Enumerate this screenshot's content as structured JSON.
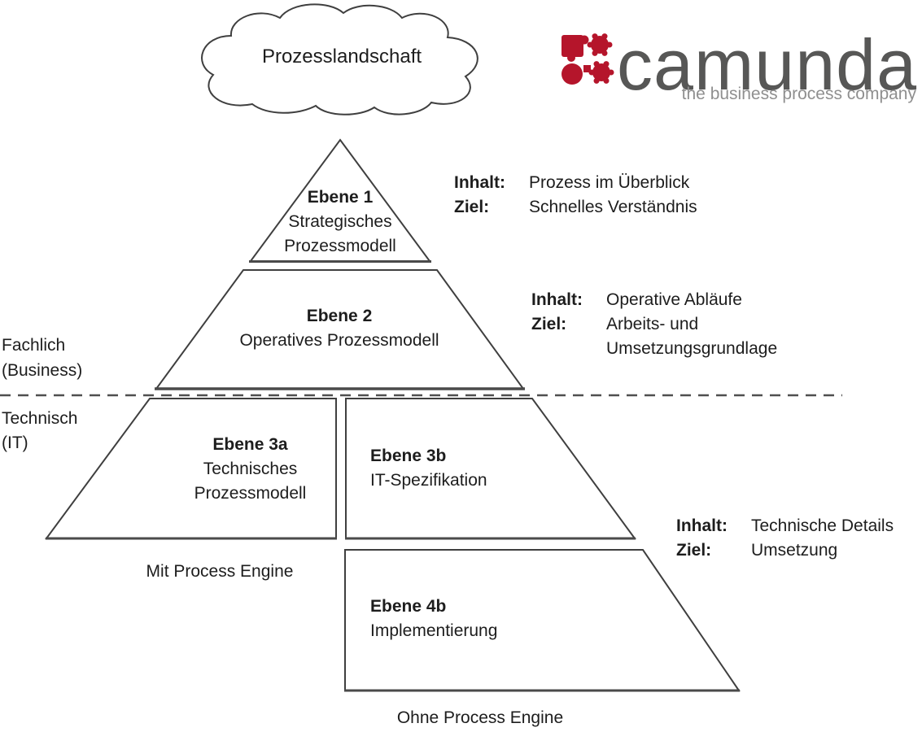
{
  "cloud": {
    "label": "Prozesslandschaft"
  },
  "logo": {
    "wordmark": "camunda",
    "tagline": "the business process company",
    "brand_red": "#b5152b",
    "wordmark_color": "#575756",
    "tagline_color": "#8f8f8f"
  },
  "side_labels": {
    "business_line1": "Fachlich",
    "business_line2": "(Business)",
    "technical_line1": "Technisch",
    "technical_line2": "(IT)"
  },
  "levels": {
    "level1": {
      "title": "Ebene 1",
      "line1": "Strategisches",
      "line2": "Prozessmodell"
    },
    "level2": {
      "title": "Ebene 2",
      "line1": "Operatives Prozessmodell"
    },
    "level3a": {
      "title": "Ebene 3a",
      "line1": "Technisches",
      "line2": "Prozessmodell"
    },
    "level3b": {
      "title": "Ebene 3b",
      "line1": "IT-Spezifikation"
    },
    "level4b": {
      "title": "Ebene 4b",
      "line1": "Implementierung"
    }
  },
  "engine_labels": {
    "with_engine": "Mit Process Engine",
    "without_engine": "Ohne Process Engine"
  },
  "annotations": {
    "level1": {
      "inhalt_label": "Inhalt:",
      "inhalt": "Prozess im Überblick",
      "ziel_label": "Ziel:",
      "ziel": "Schnelles Verständnis"
    },
    "level2": {
      "inhalt_label": "Inhalt:",
      "inhalt": "Operative Abläufe",
      "ziel_label": "Ziel:",
      "ziel": "Arbeits- und\nUmsetzungsgrundlage"
    },
    "level34": {
      "inhalt_label": "Inhalt:",
      "inhalt": "Technische Details",
      "ziel_label": "Ziel:",
      "ziel": "Umsetzung"
    }
  }
}
